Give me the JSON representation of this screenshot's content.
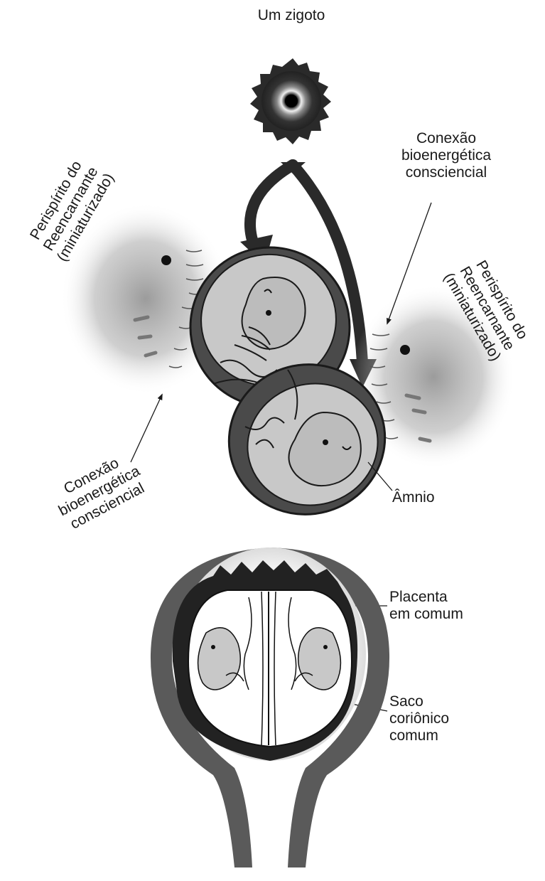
{
  "labels": {
    "zygote": "Um zigoto",
    "connection_right": [
      "Conexão",
      "bioenergética",
      "consciencial"
    ],
    "perispirit_left": [
      "Perispírito do",
      "Reencarnante",
      "(miniaturizado)"
    ],
    "perispirit_right": [
      "Perispírito do",
      "Reencarnante",
      "(miniaturizado)"
    ],
    "connection_left": [
      "Conexão",
      "bioenergética",
      "consciencial"
    ],
    "amnion": "Âmnio",
    "placenta": [
      "Placenta",
      "em comum"
    ],
    "chorionic_sac": [
      "Saco",
      "coriônico",
      "comum"
    ]
  },
  "colors": {
    "ink": "#1a1a1a",
    "dark_fill": "#3a3a3a",
    "mid_fill": "#6e6e6e",
    "light_fill": "#c8c8c8",
    "haze": "#9a9a9a"
  }
}
